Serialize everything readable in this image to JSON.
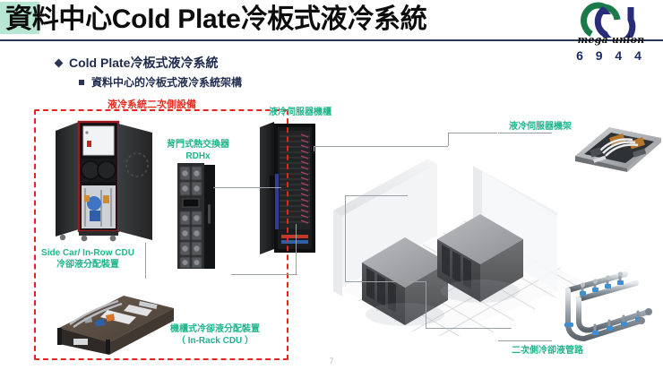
{
  "slide": {
    "title": "資料中心Cold Plate冷板式液冷系統",
    "page_number": "7",
    "accent_rule_color": "#2b3655",
    "title_highlight_color": "#b7e6d2"
  },
  "logo": {
    "wordmark": "mega union",
    "stock_code": "6 9 4 4",
    "arc_green": "#1a7a4a",
    "arc_navy": "#2a2b7a"
  },
  "bullets": [
    {
      "level": 1,
      "marker": "diamond",
      "text": "Cold Plate冷板式液冷系統"
    },
    {
      "level": 2,
      "marker": "square",
      "text": "資料中心的冷板式液冷系統架構"
    }
  ],
  "diagram": {
    "red_boundary_label": "液冷系統二次側設備",
    "red_boundary_color": "#e8231f",
    "caption_color": "#1fb58a",
    "labels": [
      {
        "id": "side-car-cdu",
        "line1": "Side Car/ In-Row CDU",
        "line2": "冷卻液分配裝置"
      },
      {
        "id": "rdhx",
        "line1": "背門式熱交換器",
        "line2": "RDHx"
      },
      {
        "id": "liquid-rack",
        "line1": "液冷伺服器機櫃",
        "line2": ""
      },
      {
        "id": "in-rack-cdu",
        "line1": "機櫃式冷卻液分配裝置",
        "line2": "（ In-Rack CDU ）"
      },
      {
        "id": "server-tray",
        "line1": "液冷伺服器機架",
        "line2": ""
      },
      {
        "id": "secondary-pipe",
        "line1": "二次側冷卻液管路",
        "line2": ""
      }
    ]
  }
}
